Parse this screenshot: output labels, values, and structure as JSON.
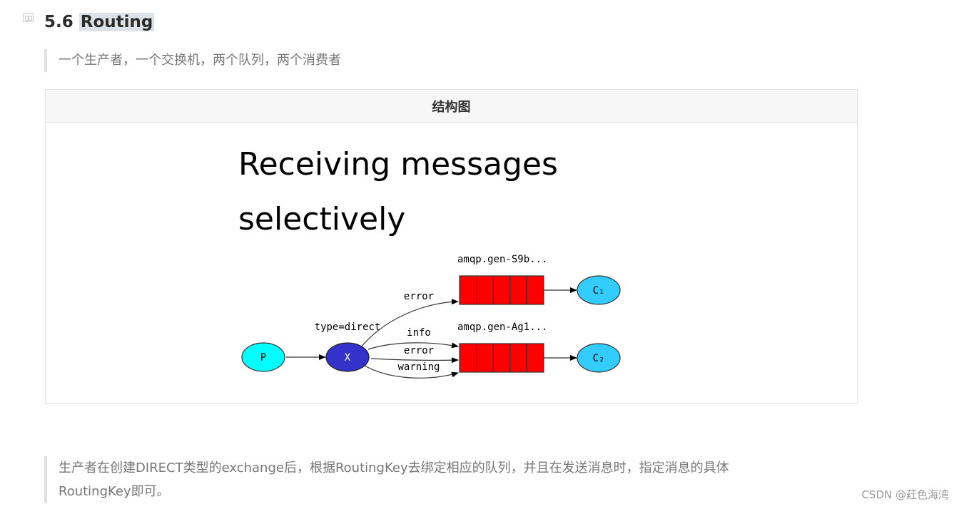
{
  "section": {
    "number": "5.6",
    "title": "Routing"
  },
  "intro_quote": "一个生产者，一个交换机，两个队列，两个消费者",
  "table": {
    "header": "结构图"
  },
  "diagram": {
    "title_line1": "Receiving messages",
    "title_line2": "selectively",
    "producer": "P",
    "exchange": "X",
    "exchange_type": "type=direct",
    "queue1_name": "amqp.gen-S9b...",
    "queue2_name": "amqp.gen-Ag1...",
    "consumer1": "C₁",
    "consumer2": "C₂",
    "binding_q1": "error",
    "binding_q2_info": "info",
    "binding_q2_error": "error",
    "binding_q2_warning": "warning",
    "colors": {
      "producer": "#00ffff",
      "exchange": "#3333cc",
      "queue": "#ff0000",
      "consumer": "#33ccff"
    }
  },
  "description_quote": "生产者在创建DIRECT类型的exchange后，根据RoutingKey去绑定相应的队列，并且在发送消息时，指定消息的具体RoutingKey即可。",
  "watermark": "CSDN @荭色海湾"
}
